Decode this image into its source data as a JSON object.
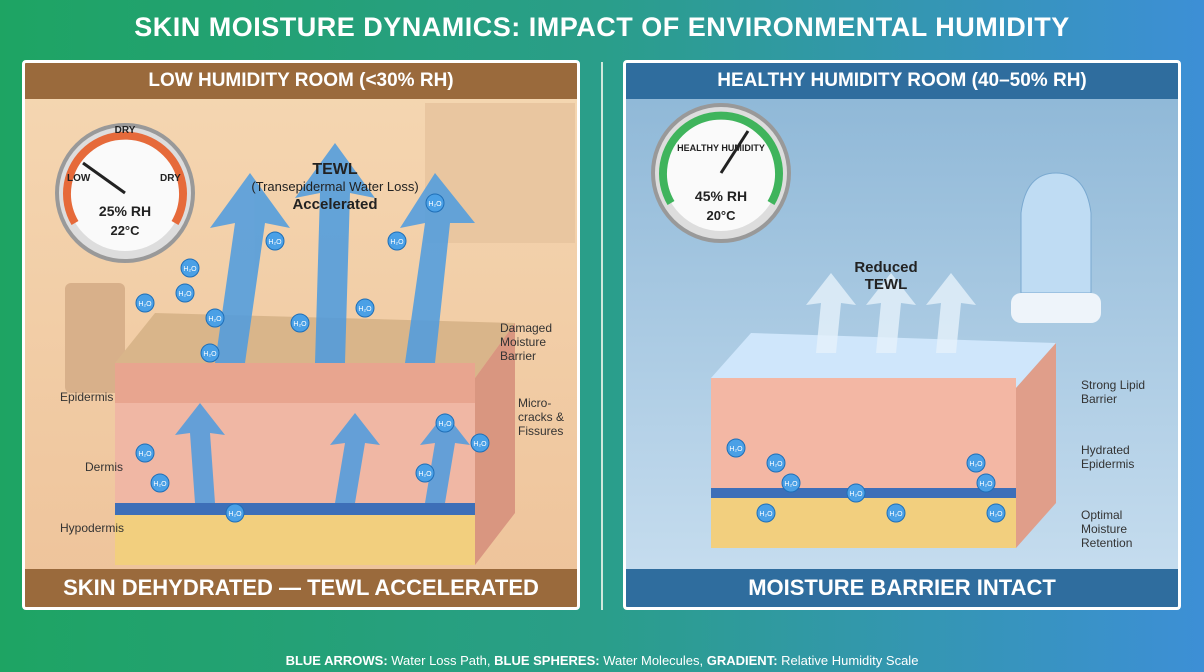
{
  "title": "SKIN MOISTURE DYNAMICS: IMPACT OF ENVIRONMENTAL HUMIDITY",
  "left": {
    "header": "LOW HUMIDITY ROOM (<30% RH)",
    "footer": "SKIN DEHYDRATED — TEWL ACCELERATED",
    "gauge": {
      "label_low": "LOW",
      "label_dry1": "DRY",
      "label_dry2": "DRY",
      "rh": "25% RH",
      "temp": "22°C",
      "level_percent": 25
    },
    "tewl_title": "TEWL",
    "tewl_sub": "(Transepidermal Water Loss)",
    "tewl_state": "Accelerated",
    "labels": {
      "epidermis": "Epidermis",
      "dermis": "Dermis",
      "hypodermis": "Hypodermis",
      "damaged": "Damaged Moisture Barrier",
      "cracks": "Micro-cracks & Fissures"
    }
  },
  "right": {
    "header": "HEALTHY HUMIDITY ROOM (40–50% RH)",
    "footer": "MOISTURE BARRIER INTACT",
    "gauge": {
      "label": "HEALTHY HUMIDITY",
      "rh": "45% RH",
      "temp": "20°C",
      "level_percent": 45
    },
    "tewl": "Reduced TEWL",
    "labels": {
      "lipid": "Strong Lipid Barrier",
      "hydrated": "Hydrated Epidermis",
      "optimal": "Optimal Moisture Retention"
    }
  },
  "legend": {
    "k1": "BLUE ARROWS:",
    "v1": " Water Loss Path, ",
    "k2": "BLUE SPHERES:",
    "v2": " Water Molecules, ",
    "k3": "GRADIENT:",
    "v3": " Relative Humidity Scale"
  },
  "molecule": "H₂O",
  "colors": {
    "low_header": "#9a6a3c",
    "healthy_header": "#2f6d9e",
    "arrow": "#3a8fd8"
  }
}
